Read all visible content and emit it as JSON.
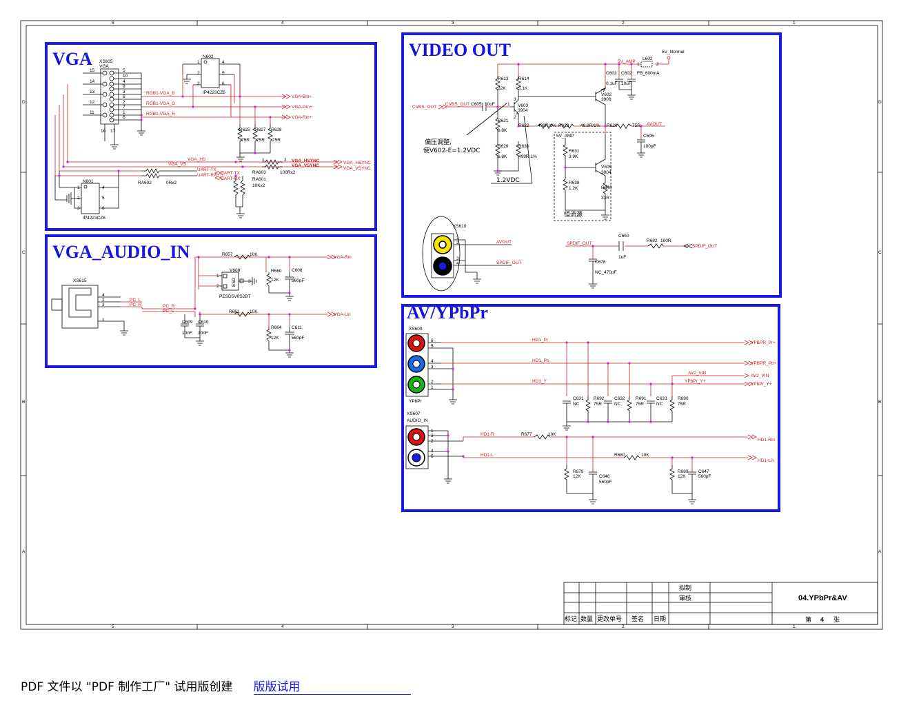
{
  "border": {
    "cols": [
      "5",
      "4",
      "3",
      "2",
      "1"
    ],
    "rows": [
      "D",
      "C",
      "B",
      "A"
    ]
  },
  "vga": {
    "title": "VGA",
    "connector": "XS605",
    "connector_sub": "VGA",
    "pins_left": [
      "15",
      "14",
      "13",
      "12",
      "11"
    ],
    "pins_right": [
      "5",
      "10",
      "4",
      "9",
      "3",
      "8",
      "2",
      "7",
      "1",
      "6"
    ],
    "pins_bottom": [
      "16",
      "17"
    ],
    "chip_top": "N602",
    "chip_top_part": "IP4223CZ6",
    "chip_top_pins": [
      "1",
      "2",
      "3",
      "4",
      "5",
      "6"
    ],
    "chip_bottom": "N601",
    "chip_bottom_part": "IP4223CZ6",
    "chip_bottom_pins": [
      "1",
      "2",
      "3",
      "4",
      "5",
      "6"
    ],
    "nets": [
      "RGB1-VGA_B",
      "RGB1-VGA_G",
      "RGB1-VGA_R",
      "VGA_HS",
      "VGA_VS",
      "UART-TX",
      "UART-RX"
    ],
    "offpage": [
      "VGA-Bin+",
      "VGA-Gin+",
      "VGA-Rin+",
      "VGA_HSYNC",
      "VGA_VSYNC"
    ],
    "bold_nets": [
      "VGA_HSYNC",
      "VGA_VSYNC"
    ],
    "resistors": [
      {
        "ref": "R625",
        "val": "75R"
      },
      {
        "ref": "R627",
        "val": "75R"
      },
      {
        "ref": "R628",
        "val": "75R"
      },
      {
        "ref": "RA603",
        "val": "100Rx2"
      },
      {
        "ref": "RA601",
        "val": "10Kx2"
      },
      {
        "ref": "RA602",
        "val": "0Rx2"
      }
    ],
    "ra_pins": [
      "1",
      "2",
      "3",
      "4"
    ]
  },
  "audio": {
    "title": "VGA_AUDIO_IN",
    "connector": "XS615",
    "pins": [
      "4",
      "2",
      "3",
      "1"
    ],
    "nets": [
      "PC_L",
      "PC_R",
      "PC_R",
      "PC_L"
    ],
    "diode": "V608",
    "diode_part": "PESD5V0S2BT",
    "diode_label": "ESD",
    "diode_pins": [
      "1",
      "2",
      "3"
    ],
    "parts": [
      {
        "ref": "R657",
        "val": "10K"
      },
      {
        "ref": "R661",
        "val": "10K"
      },
      {
        "ref": "R660",
        "val": "12K"
      },
      {
        "ref": "C608",
        "val": "560pF"
      },
      {
        "ref": "R664",
        "val": "12K"
      },
      {
        "ref": "C611",
        "val": "560pF"
      },
      {
        "ref": "C609",
        "val": "10nF"
      },
      {
        "ref": "C610",
        "val": "10nF"
      }
    ],
    "offpage": [
      "VGA-Rin",
      "VGA-Lin"
    ]
  },
  "video": {
    "title": "VIDEO OUT",
    "supply": "5V_Normal",
    "supply_amp": "5V_AMP",
    "supply_amp2": "5V_AMP",
    "inductor": {
      "ref": "L602",
      "val": "FB_600mA",
      "pins": [
        "1",
        "2"
      ]
    },
    "caps_top": [
      {
        "ref": "C603",
        "val": "0.1uF"
      },
      {
        "ref": "C602",
        "val": "10uF"
      }
    ],
    "input_net": "CVBS_OUT",
    "input_label": "CVBS_OUT",
    "coupling": {
      "ref": "C605",
      "val": "10uF"
    },
    "resistors": [
      {
        "ref": "R613",
        "val": "22K"
      },
      {
        "ref": "R614",
        "val": "5.1K"
      },
      {
        "ref": "R621",
        "val": "6.8K"
      },
      {
        "ref": "R629",
        "val": "6.8K"
      },
      {
        "ref": "R630",
        "val": "499R 1%"
      },
      {
        "ref": "R622",
        "val": "499R/1%"
      },
      {
        "ref": "R623",
        "val": "49.9R/1%"
      },
      {
        "ref": "R626",
        "val": "75R"
      },
      {
        "ref": "R631",
        "val": "3.9K"
      },
      {
        "ref": "R638",
        "val": "1.2K"
      },
      {
        "ref": "R640",
        "val": "33R"
      }
    ],
    "transistors": [
      {
        "ref": "V603",
        "val": "3904"
      },
      {
        "ref": "V602",
        "val": "3906"
      },
      {
        "ref": "V605",
        "val": "3904"
      }
    ],
    "tr_pins": [
      "1",
      "2",
      "3"
    ],
    "out_net": "AVOUT",
    "out_cap": {
      "ref": "C606",
      "val": "100pF"
    },
    "note_line1": "偏压调整,",
    "note_line2": "使V602-E=1.2VDC",
    "note_vdc": "1.2VDC",
    "ccs_label": "恒流源",
    "jack": "XS610",
    "jack_pins": [
      "1",
      "2",
      "3",
      "4"
    ],
    "jack_nets": [
      "AVOUT",
      "SPDIF_OUT"
    ],
    "spdif_in": "SPDIF_OUT",
    "spdif_cap": {
      "ref": "C660",
      "val": "1uF"
    },
    "spdif_res": {
      "ref": "R682",
      "val": "100R"
    },
    "spdif_shunt": {
      "ref": "C676",
      "val": "NC_470pF"
    },
    "spdif_out": "SPDIF_OUT"
  },
  "av": {
    "title": "AV/YPbPr",
    "jack1": "XS609",
    "jack1_sub": "YPbPr",
    "jack1_pins": [
      "6",
      "5",
      "4",
      "3",
      "2",
      "1"
    ],
    "jack2": "XS607",
    "jack2_sub": "AUDIO_IN",
    "jack2_pins": [
      "1",
      "3",
      "2",
      "4",
      "5"
    ],
    "nets": [
      "HD1_Pr",
      "HD1_Pb",
      "HD1_Y",
      "AV2_VIN",
      "YPbPr_Y+",
      "HD1-R",
      "HD1-L"
    ],
    "offpage": [
      "YPBPR_Pr+",
      "YPBPR_Pb+",
      "AV2_VIN",
      "YPbPr_Y+",
      "HD1-Rin",
      "HD1-Lin"
    ],
    "parts": [
      {
        "ref": "C631",
        "val": "NC"
      },
      {
        "ref": "R692",
        "val": "75R"
      },
      {
        "ref": "C632",
        "val": "NC"
      },
      {
        "ref": "R691",
        "val": "75R"
      },
      {
        "ref": "C633",
        "val": "NC"
      },
      {
        "ref": "R690",
        "val": "75R"
      },
      {
        "ref": "R677",
        "val": "10K"
      },
      {
        "ref": "R680",
        "val": "10K"
      },
      {
        "ref": "R679",
        "val": "12K"
      },
      {
        "ref": "C646",
        "val": "560pF"
      },
      {
        "ref": "R689",
        "val": "12K"
      },
      {
        "ref": "C647",
        "val": "560pF"
      }
    ]
  },
  "titleblock": {
    "drawn": "拟制",
    "checked": "审核",
    "doc_title": "04.YPbPr&AV",
    "h_mark": "标记",
    "h_qty": "数量",
    "h_change": "更改单号",
    "h_sign": "签名",
    "h_date": "日期",
    "sheet_pre": "第",
    "sheet_no": "4",
    "sheet_post": "张"
  },
  "footer": {
    "text": "PDF 文件以 \"PDF 制作工厂\" 试用版创建",
    "link": "版版试用"
  },
  "colors": {
    "frame": "#1a1ae6",
    "wire": "#cc1c1c",
    "junction": "#d020d0",
    "yellow": "#f6e400",
    "red": "#e01010",
    "blue": "#1a6ae8",
    "green": "#16b416"
  }
}
